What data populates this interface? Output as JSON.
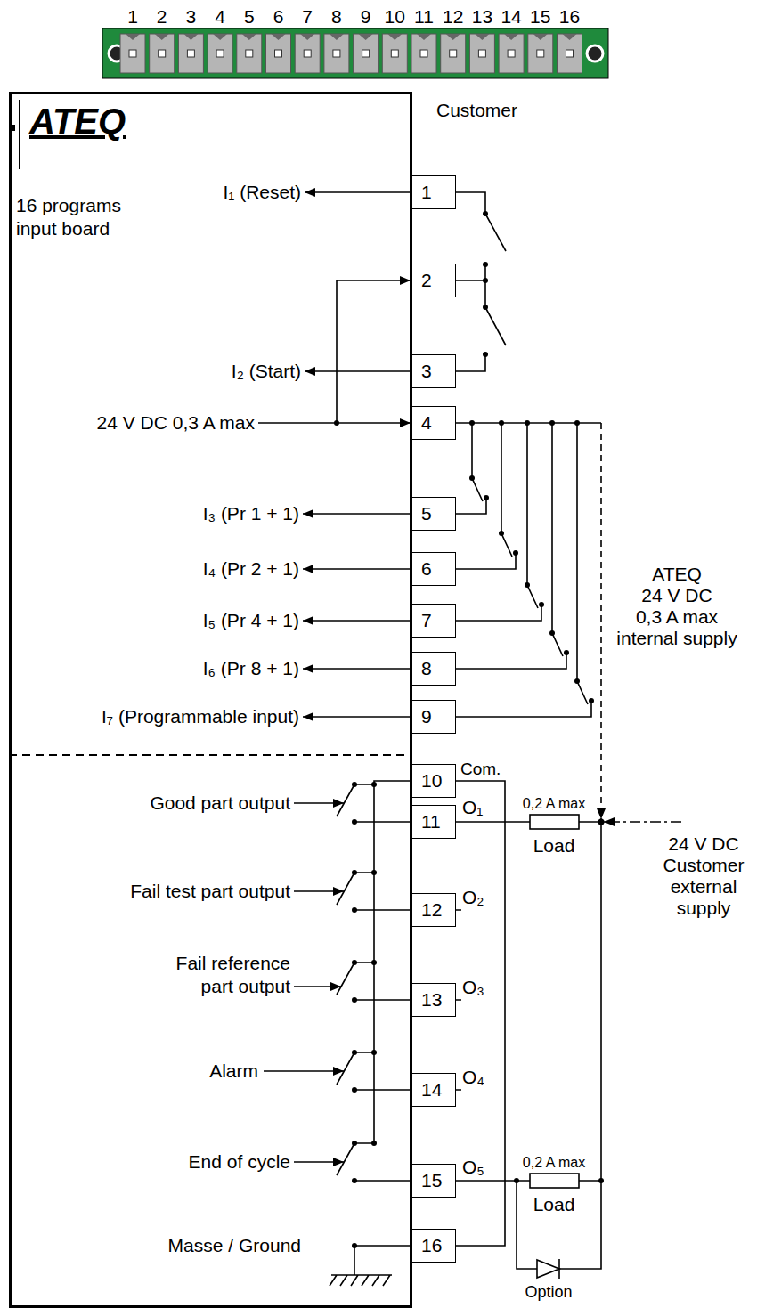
{
  "diagram": {
    "nodes": [
      {
        "text": [
          "ATEQ",
          "16 programs input board"
        ]
      },
      {
        "text": [
          "1"
        ]
      },
      {
        "text": [
          "2"
        ]
      },
      {
        "text": [
          "3"
        ]
      },
      {
        "text": [
          "4"
        ]
      },
      {
        "text": [
          "5"
        ]
      },
      {
        "text": [
          "6"
        ]
      },
      {
        "text": [
          "7"
        ]
      },
      {
        "text": [
          "8"
        ]
      },
      {
        "text": [
          "9"
        ]
      },
      {
        "text": [
          "10"
        ]
      },
      {
        "text": [
          "11"
        ]
      },
      {
        "text": [
          "12"
        ]
      },
      {
        "text": [
          "13"
        ]
      },
      {
        "text": [
          "14"
        ]
      },
      {
        "text": [
          "15"
        ]
      },
      {
        "text": [
          "16"
        ]
      }
    ],
    "edges": [
      {
        "from": 10,
        "to": 16,
        "arrow": "none"
      }
    ],
    "labels": [
      "1",
      "2",
      "3",
      "4",
      "5",
      "6",
      "7",
      "8",
      "9",
      "10",
      "11",
      "12",
      "13",
      "14",
      "15",
      "16",
      "Customer",
      "I₁ (Reset)",
      "I₂ (Start)",
      "24 V DC 0,3 A max",
      "I₃ (Pr 1 + 1)",
      "I₄ (Pr 2 + 1)",
      "I₅ (Pr 4 + 1)",
      "I₆ (Pr 8 + 1)",
      "I₇ (Programmable input)",
      "ATEQ",
      "24 V DC",
      "0,3 A max",
      "internal supply",
      "Com.",
      "Good part output",
      "O₁",
      "0,2 A max",
      "Load",
      "24 V DC",
      "Customer",
      "external",
      "supply",
      "Fail test part output",
      "O₂",
      "Fail reference",
      "part output",
      "O₃",
      "Alarm",
      "O₄",
      "End of cycle",
      "O₅",
      "0,2 A max",
      "Load",
      "Masse / Ground",
      "Option"
    ]
  }
}
